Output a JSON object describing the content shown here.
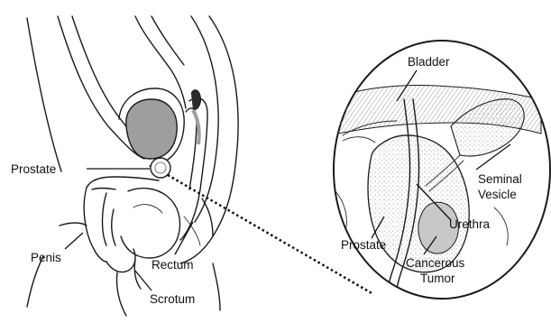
{
  "labels": {
    "prostate_left": "Prostate",
    "penis": "Penis",
    "rectum": "Rectum",
    "scrotum": "Scrotum",
    "bladder": "Bladder",
    "seminal_vesicle_line1": "Seminal",
    "seminal_vesicle_line2": "Vesicle",
    "urethra": "Urethra",
    "prostate_right": "Prostate",
    "cancerous_tumor_line1": "Cancerous",
    "cancerous_tumor_line2": "Tumor"
  },
  "colors": {
    "ink": "#1a1a1a",
    "shading": "#b8b8b8",
    "background": "#ffffff"
  }
}
